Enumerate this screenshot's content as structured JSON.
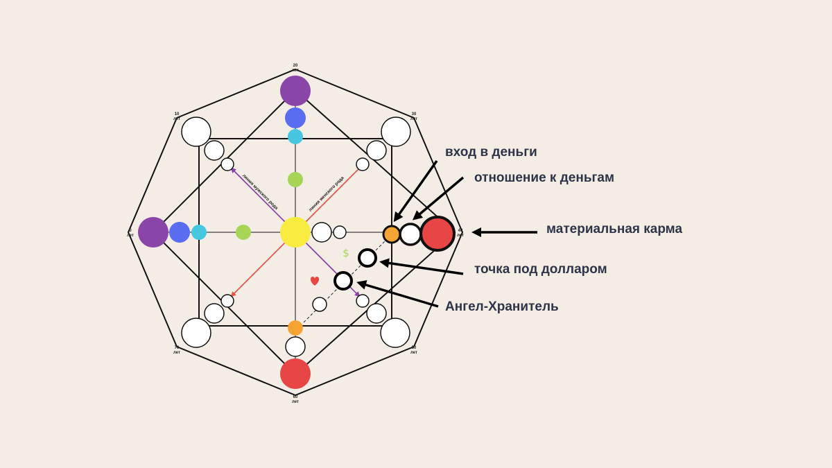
{
  "ages": {
    "a0": "0",
    "a10": "10",
    "a20": "20",
    "a30": "30",
    "a40": "40",
    "a50": "50",
    "a60": "60",
    "a70": "70",
    "unit": "лет"
  },
  "lines": {
    "male": "линия мужского рода",
    "female": "линия женского рода"
  },
  "callouts": {
    "money_entry": "вход в деньги",
    "money_attitude": "отношение к деньгам",
    "material_karma": "материальная карма",
    "dollar_point": "точка под долларом",
    "guardian_angel": "Ангел-Хранитель"
  },
  "symbols": {
    "dollar": "$",
    "heart": "heart-icon"
  },
  "colors": {
    "background": "#f4ede6",
    "purple": "#8a45a8",
    "blue": "#5a6cf0",
    "cyan": "#47c7df",
    "green": "#a8d457",
    "yellow": "#f7ec3f",
    "orange": "#f5a332",
    "red": "#e84545",
    "male_line": "#8a45a8",
    "female_line": "#e25a4e",
    "callout_text": "#2d3448"
  }
}
